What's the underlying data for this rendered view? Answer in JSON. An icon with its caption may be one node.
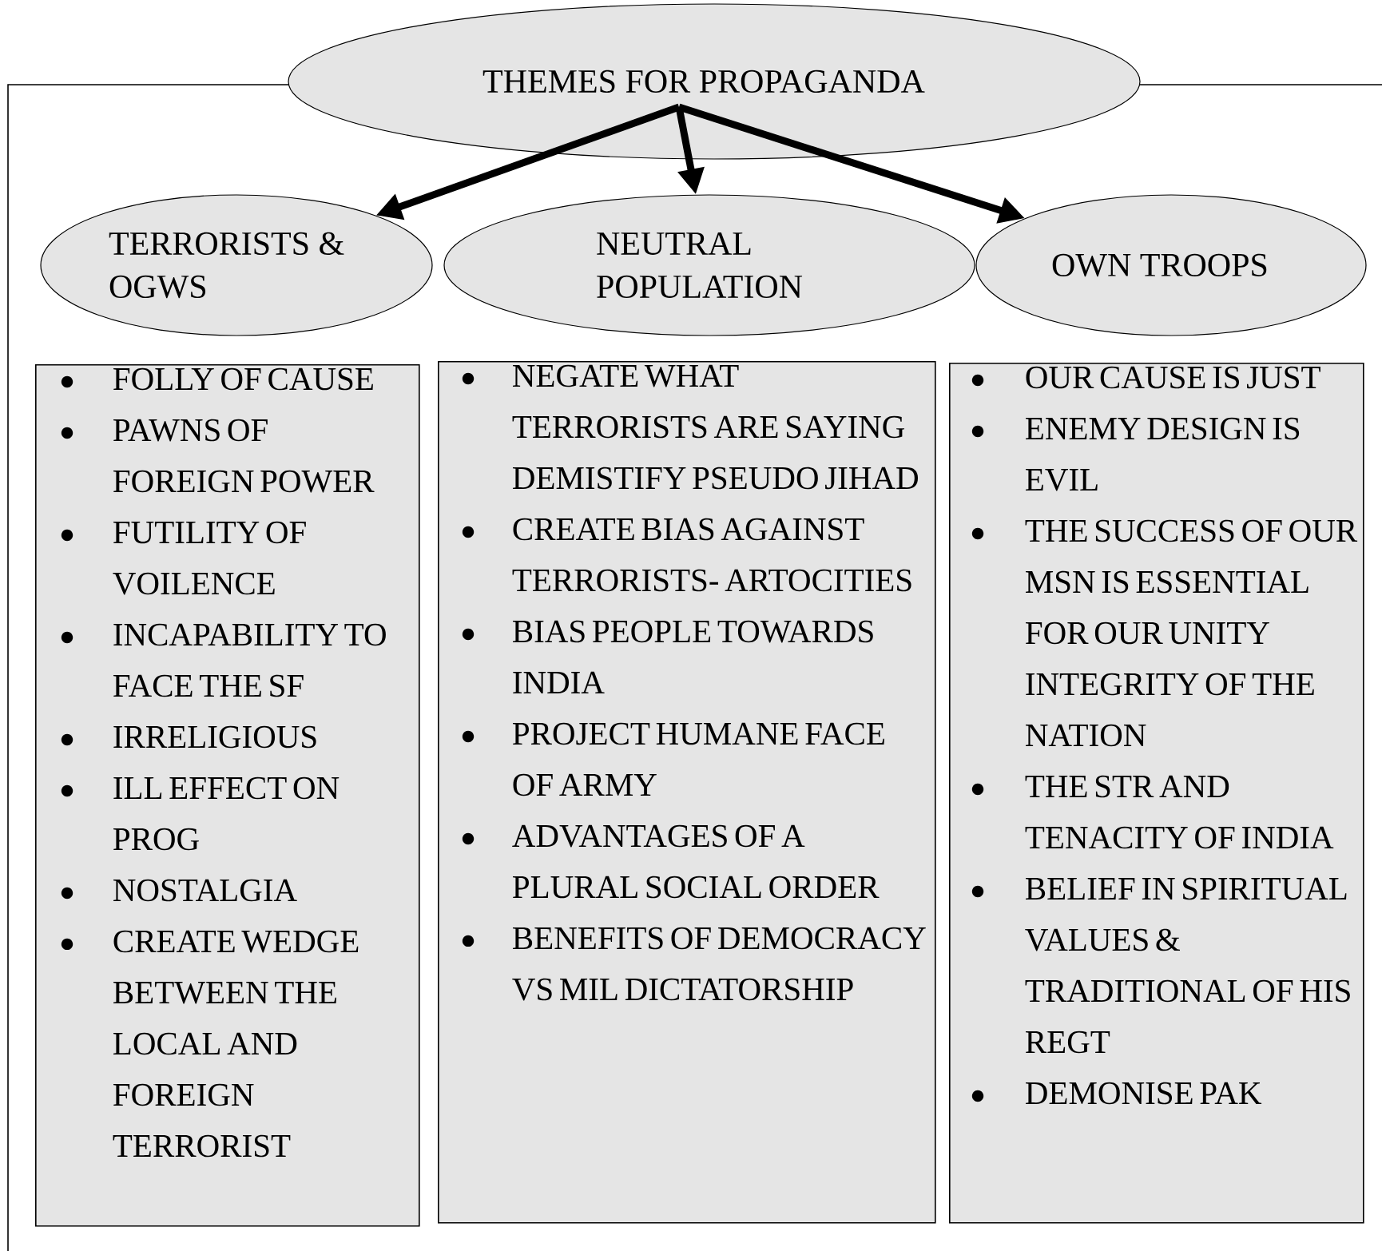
{
  "diagram": {
    "nodes": [
      {
        "text": [
          "THEMES FOR PROPAGANDA"
        ]
      },
      {
        "text": [
          "TERRORISTS & OGWS"
        ]
      },
      {
        "text": [
          "NEUTRAL POPULATION"
        ]
      },
      {
        "text": [
          "OWN TROOPS"
        ]
      },
      {
        "text": [
          "FOLLY OF CAUSE",
          "PAWNS OF FOREIGN POWER",
          "FUTILITY OF VOILENCE",
          "INCAPABILITY TO FACE THE SF",
          "IRRELIGIOUS",
          "ILL EFFECT ON PROG",
          "NOSTALGIA",
          "CREATE WEDGE BETWEEN THE LOCAL AND FOREIGN TERRORIST"
        ]
      },
      {
        "text": [
          "NEGATE WHAT TERRORISTS ARE SAYING DEMISTIFY PSEUDO JIHAD",
          "CREATE BIAS AGAINST TERRORISTS- ARTOCITIES",
          "BIAS PEOPLE TOWARDS INDIA",
          "PROJECT HUMANE FACE OF ARMY",
          "ADVANTAGES OF A PLURAL SOCIAL ORDER",
          "BENEFITS OF DEMOCRACY VS MIL DICTATORSHIP"
        ]
      },
      {
        "text": [
          "OUR CAUSE IS JUST",
          "ENEMY DESIGN IS EVIL",
          "THE SUCCESS OF OUR MSN IS ESSENTIAL FOR OUR UNITY INTEGRITY OF THE NATION",
          "THE STR AND TENACITY OF INDIA",
          "BELIEF IN SPIRITUAL VALUES & TRADITIONAL OF HIS REGT",
          "DEMONISE PAK"
        ]
      }
    ],
    "edges": [
      {
        "from": 0,
        "to": 1,
        "arrow": "to"
      },
      {
        "from": 0,
        "to": 2,
        "arrow": "to"
      },
      {
        "from": 0,
        "to": 3,
        "arrow": "to"
      }
    ]
  }
}
